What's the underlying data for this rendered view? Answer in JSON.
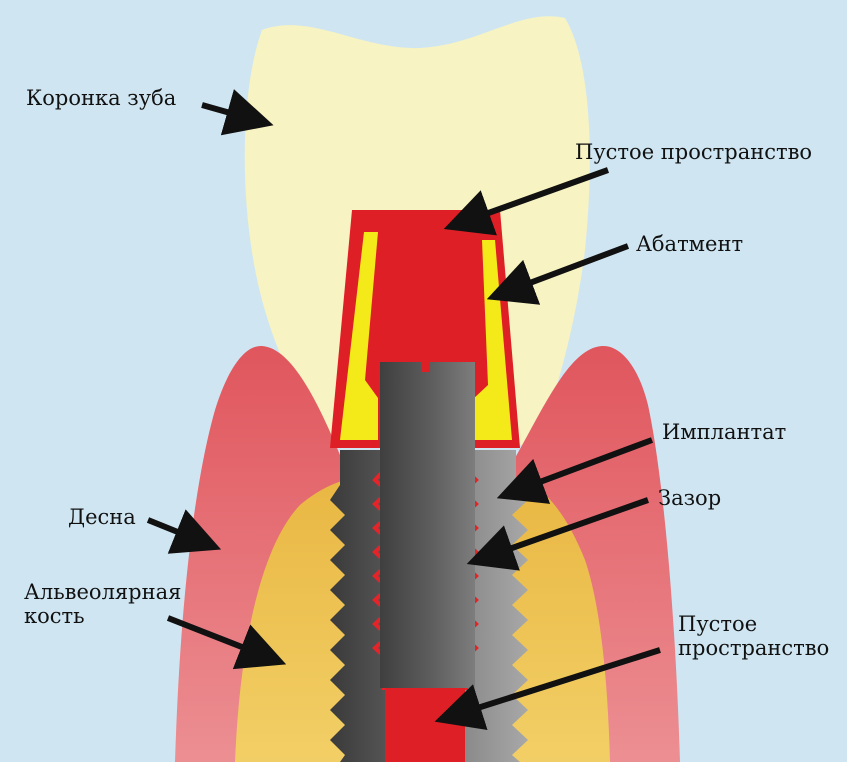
{
  "colors": {
    "background": "#cfe6f2",
    "crown": "#f7f3c2",
    "gum": "#e36c70",
    "gum_light": "#ee9ea2",
    "bone": "#eec452",
    "abutment": "#df1f26",
    "abutment_inner": "#f4ea1a",
    "implant_dark": "#3d3d3d",
    "implant_light": "#9a9a9a",
    "gap_line": "#e5242a",
    "arrow": "#111111"
  },
  "labels": {
    "crown": "Коронка зуба",
    "void_top": "Пустое пространство",
    "abutment": "Абатмент",
    "implant": "Имплантат",
    "gap": "Зазор",
    "gum": "Десна",
    "bone_line1": "Альвеолярная",
    "bone_line2": "кость",
    "void_bottom_line1": "Пустое",
    "void_bottom_line2": "пространство"
  }
}
